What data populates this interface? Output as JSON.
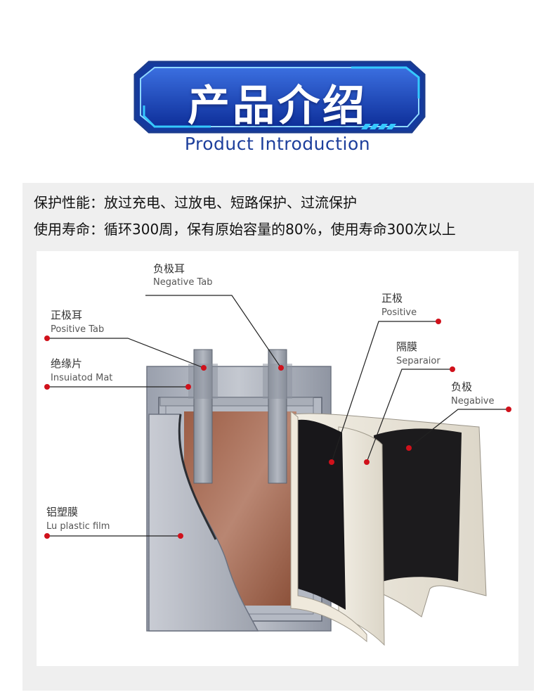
{
  "header": {
    "title": "产品介绍",
    "subtitle": "Product Introduction"
  },
  "specs": {
    "protection": "保护性能：放过充电、过放电、短路保护、过流保护",
    "lifespan": "使用寿命：循环300周，保有原始容量的80%，使用寿命300次以上"
  },
  "diagram": {
    "labels": {
      "negative_tab": {
        "cn": "负极耳",
        "en": "Negative Tab"
      },
      "positive_tab": {
        "cn": "正极耳",
        "en": "Positive Tab"
      },
      "insulation_mat": {
        "cn": "绝缘片",
        "en": "Insuiatod Mat"
      },
      "aluminum_film": {
        "cn": "铝塑膜",
        "en": "Lu plastic film"
      },
      "positive": {
        "cn": "正极",
        "en": "Positive"
      },
      "separator": {
        "cn": "隔膜",
        "en": "Separaior"
      },
      "negative": {
        "cn": "负极",
        "en": "Negabive"
      }
    }
  },
  "colors": {
    "banner_blue": "#1f4fc4",
    "banner_dark": "#0d2a85",
    "accent_cyan": "#35c9ff",
    "subtitle_blue": "#1d3f9c",
    "marker_red": "#d0111b",
    "cell_copper": "#a36a52",
    "casing_gray": "#a8adb8"
  }
}
